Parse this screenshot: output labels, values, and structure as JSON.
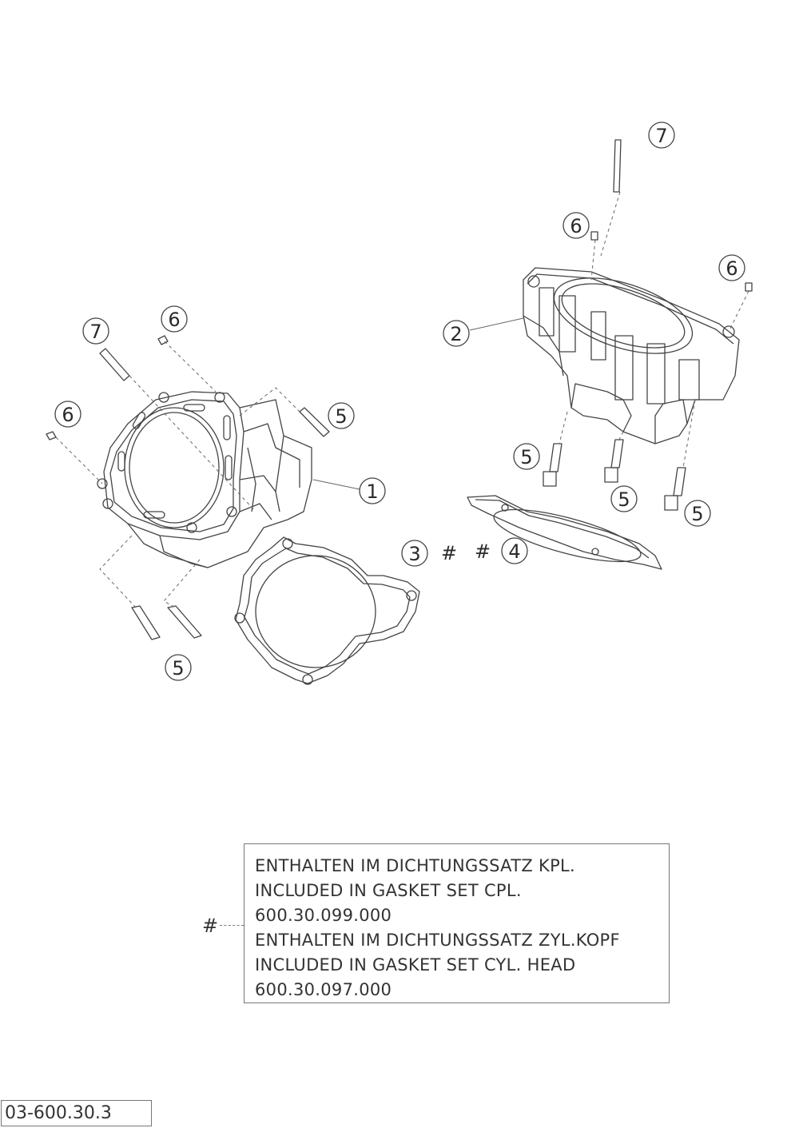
{
  "callouts": {
    "c1": "1",
    "c2": "2",
    "c3": "3",
    "c4": "4",
    "c5": "5",
    "c6": "6",
    "c7": "7"
  },
  "hash_symbol": "#",
  "legend": {
    "lines": [
      "ENTHALTEN IM DICHTUNGSSATZ KPL.",
      "INCLUDED IN GASKET SET CPL.",
      "600.30.099.000",
      "ENTHALTEN IM DICHTUNGSSATZ ZYL.KOPF",
      "INCLUDED IN GASKET SET CYL. HEAD",
      "600.30.097.000"
    ]
  },
  "figure_code": "03-600.30.3",
  "colors": {
    "line": "#444444",
    "leader": "#666666"
  }
}
